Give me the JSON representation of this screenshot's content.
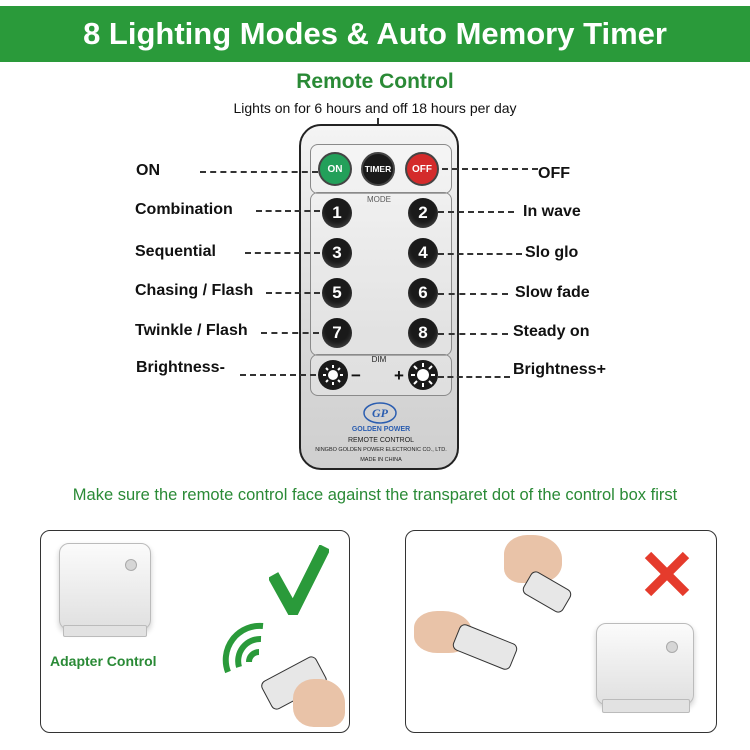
{
  "header": {
    "title": "8 Lighting Modes & Auto Memory Timer"
  },
  "remote_section": {
    "title": "Remote Control",
    "subtitle": "Lights on for 6 hours and off 18 hours per day",
    "buttons": {
      "on": "ON",
      "timer": "TIMER",
      "off": "OFF",
      "mode_label": "MODE",
      "dim_label": "DIM",
      "minus": "−",
      "plus": "+"
    },
    "numbers": [
      "1",
      "2",
      "3",
      "4",
      "5",
      "6",
      "7",
      "8"
    ],
    "brand_logo": "GP",
    "brand_name": "GOLDEN POWER",
    "remote_caption": "REMOTE CONTROL",
    "company": "NINGBO GOLDEN POWER ELECTRONIC CO., LTD.",
    "made_in": "MADE IN CHINA",
    "labels_left": [
      "ON",
      "Combination",
      "Sequential",
      "Chasing / Flash",
      "Twinkle / Flash",
      "Brightness-"
    ],
    "labels_right": [
      "OFF",
      "In wave",
      "Slo glo",
      "Slow fade",
      "Steady on",
      "Brightness+"
    ]
  },
  "instruction": "Make sure the remote control face against the transparet dot of the control box first",
  "panels": {
    "correct": {
      "caption": "Adapter Control",
      "icon": "check-icon",
      "color": "#2a9a3a"
    },
    "wrong": {
      "icon": "cross-icon",
      "color": "#e53b2c"
    }
  },
  "colors": {
    "banner": "#2a9a3a",
    "on_button": "#23a05a",
    "off_button": "#d42b2b",
    "timer_button": "#1a1a1a"
  }
}
